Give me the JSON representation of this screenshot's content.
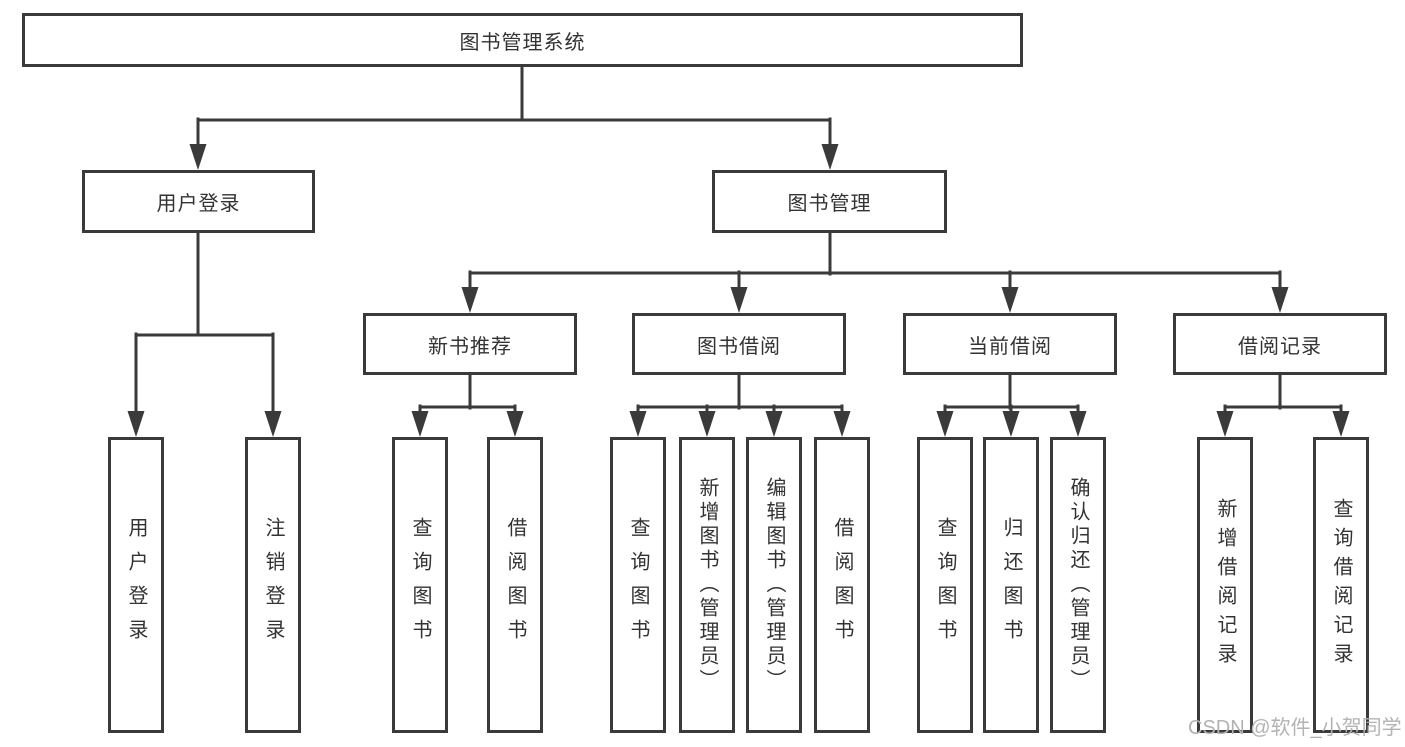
{
  "tree": {
    "root": "图书管理系统",
    "level2": {
      "login": "用户登录",
      "management": "图书管理"
    },
    "level3": {
      "recommend": "新书推荐",
      "borrow": "图书借阅",
      "current": "当前借阅",
      "records": "借阅记录"
    },
    "leaves": {
      "login": [
        "用户登录",
        "注销登录"
      ],
      "recommend": [
        "查询图书",
        "借阅图书"
      ],
      "borrow": [
        "查询图书",
        "新增图书（管理员）",
        "编辑图书（管理员）",
        "借阅图书"
      ],
      "current": [
        "查询图书",
        "归还图书",
        "确认归还（管理员）"
      ],
      "records": [
        "新增借阅记录",
        "查询借阅记录"
      ]
    }
  },
  "watermark": "CSDN @软件_小贺同学",
  "colors": {
    "line": "#3a3a3a",
    "text": "#333333",
    "box_background": "#ffffff",
    "watermark": "#b3b3b3",
    "background": "#ffffff"
  }
}
